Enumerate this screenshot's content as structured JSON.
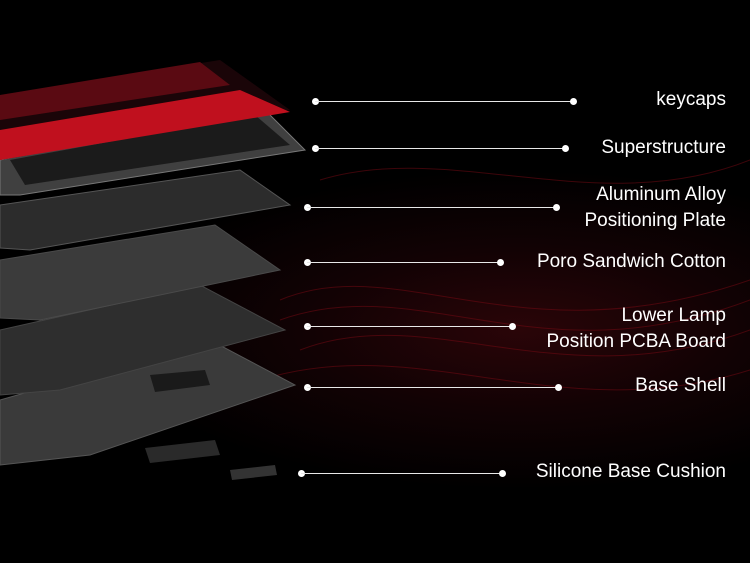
{
  "components": [
    {
      "lines": [
        "keycaps"
      ]
    },
    {
      "lines": [
        "Superstructure"
      ]
    },
    {
      "lines": [
        "Aluminum Alloy",
        "Positioning Plate"
      ]
    },
    {
      "lines": [
        "Poro Sandwich Cotton"
      ]
    },
    {
      "lines": [
        "Lower Lamp",
        "Position PCBA Board"
      ]
    },
    {
      "lines": [
        "Base Shell"
      ]
    },
    {
      "lines": [
        "Silicone Base Cushion"
      ]
    }
  ],
  "colors": {
    "background": "#000000",
    "accent": "#c0101e",
    "text": "#ffffff"
  }
}
